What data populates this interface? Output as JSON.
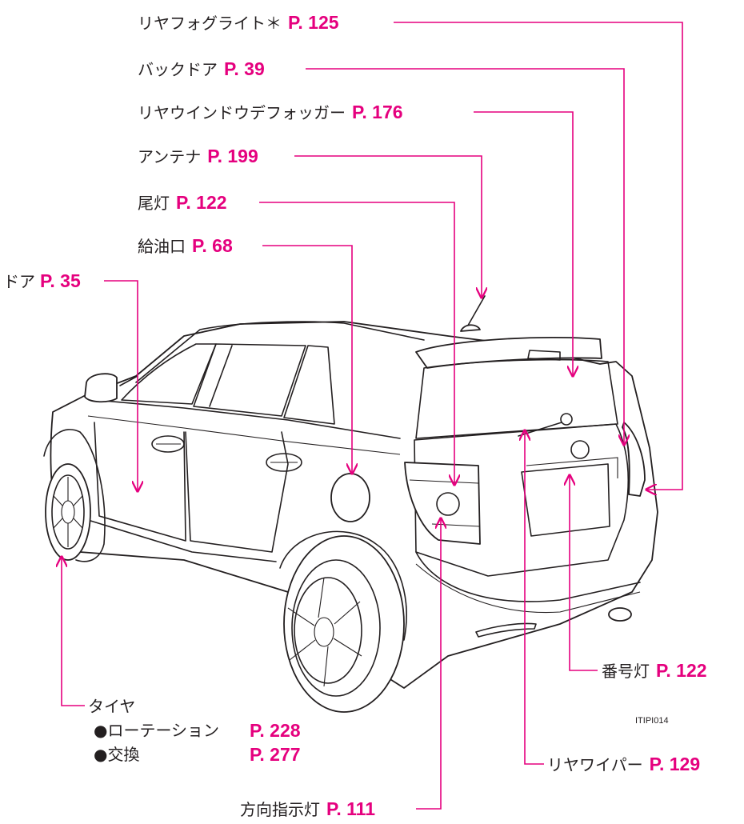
{
  "colors": {
    "accent": "#e5007e",
    "text": "#231f20",
    "background": "#ffffff"
  },
  "callouts": [
    {
      "id": "rear-fog",
      "label": "リヤフォグライト＊",
      "page": "P. 125"
    },
    {
      "id": "back-door",
      "label": "バックドア",
      "page": "P. 39"
    },
    {
      "id": "defogger",
      "label": "リヤウインドウデフォッガー",
      "page": "P. 176"
    },
    {
      "id": "antenna",
      "label": "アンテナ",
      "page": "P. 199"
    },
    {
      "id": "tail-lamp",
      "label": "尾灯",
      "page": "P. 122"
    },
    {
      "id": "fuel-lid",
      "label": "給油口",
      "page": "P. 68"
    },
    {
      "id": "door",
      "label": "ドア",
      "page": "P. 35"
    },
    {
      "id": "license-lamp",
      "label": "番号灯",
      "page": "P. 122"
    },
    {
      "id": "rear-wiper",
      "label": "リヤワイパー",
      "page": "P. 129"
    },
    {
      "id": "turn-signal",
      "label": "方向指示灯",
      "page": "P. 111"
    }
  ],
  "tire": {
    "title": "タイヤ",
    "items": [
      {
        "label": "●ローテーション",
        "page": "P. 228"
      },
      {
        "label": "●交換",
        "page": "P. 277"
      }
    ]
  },
  "image_code": "ITIPI014"
}
